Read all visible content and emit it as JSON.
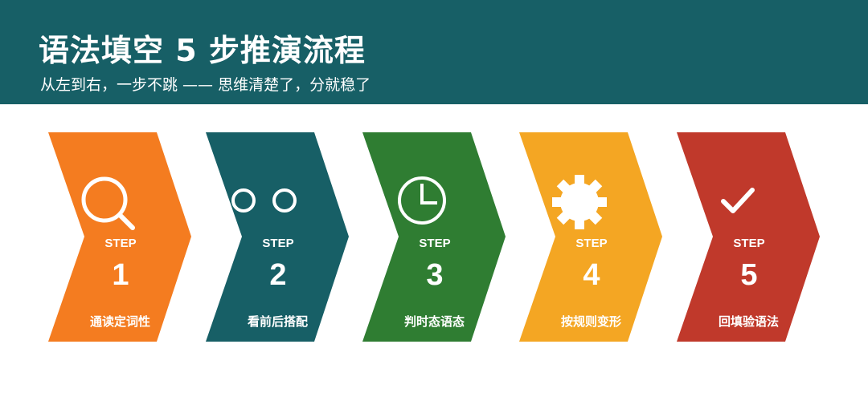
{
  "header": {
    "title": "语法填空 5 步推演流程",
    "subtitle": "从左到右，一步不跳 —— 思维清楚了，分就稳了",
    "background": "#175f66"
  },
  "steps": [
    {
      "step_word": "STEP",
      "number": "1",
      "label": "通读定词性",
      "color": "#f47c20",
      "icon": "search-icon"
    },
    {
      "step_word": "STEP",
      "number": "2",
      "label": "看前后搭配",
      "color": "#175f66",
      "icon": "eyes-icon"
    },
    {
      "step_word": "STEP",
      "number": "3",
      "label": "判时态语态",
      "color": "#2f7d32",
      "icon": "clock-icon"
    },
    {
      "step_word": "STEP",
      "number": "4",
      "label": "按规则变形",
      "color": "#f4a623",
      "icon": "gear-icon"
    },
    {
      "step_word": "STEP",
      "number": "5",
      "label": "回填验语法",
      "color": "#c0392b",
      "icon": "check-icon"
    }
  ]
}
